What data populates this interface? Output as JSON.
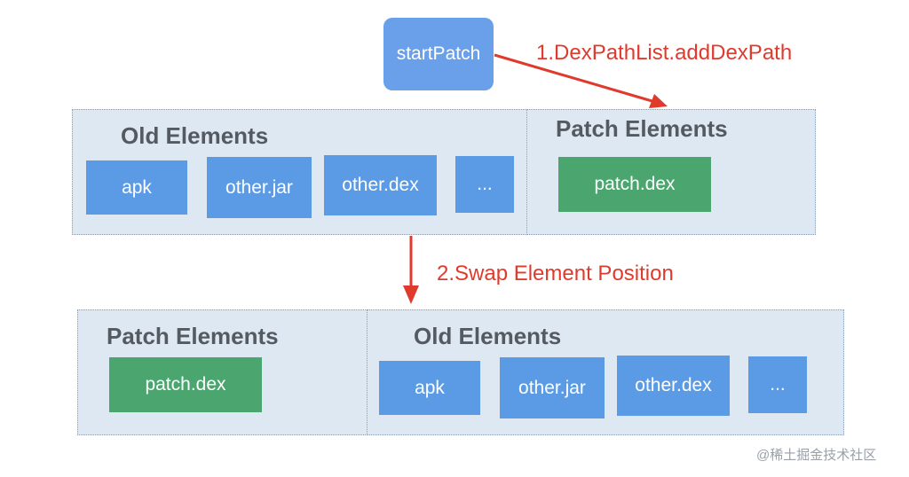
{
  "start": {
    "label": "startPatch"
  },
  "step1": {
    "label": "1.DexPathList.addDexPath"
  },
  "step2": {
    "label": "2.Swap Element Position"
  },
  "top": {
    "old_title": "Old Elements",
    "old_items": [
      "apk",
      "other.jar",
      "other.dex",
      "..."
    ],
    "patch_title": "Patch Elements",
    "patch_items": [
      "patch.dex"
    ]
  },
  "bottom": {
    "patch_title": "Patch Elements",
    "patch_items": [
      "patch.dex"
    ],
    "old_title": "Old Elements",
    "old_items": [
      "apk",
      "other.jar",
      "other.dex",
      "..."
    ]
  },
  "watermark": "@稀土掘金技术社区",
  "colors": {
    "panel": "#dde8f3",
    "old_element": "#5b9be6",
    "patch_element": "#4aa66e",
    "start_node": "#6a9fea",
    "arrow": "#e03a2c",
    "title_text": "#555a60"
  }
}
